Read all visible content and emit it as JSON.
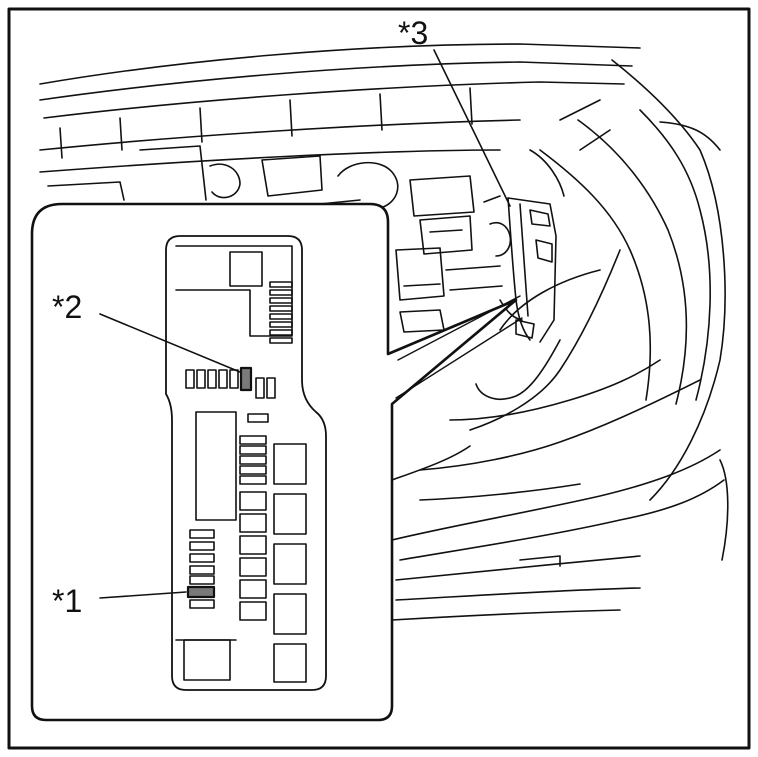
{
  "callouts": [
    {
      "id": "fuse-1",
      "label": "*1"
    },
    {
      "id": "fuse-2",
      "label": "*2"
    },
    {
      "id": "junction-block",
      "label": "*3"
    }
  ],
  "colors": {
    "line": "#111111",
    "highlight": "#7a7a7a",
    "background": "#ffffff"
  }
}
